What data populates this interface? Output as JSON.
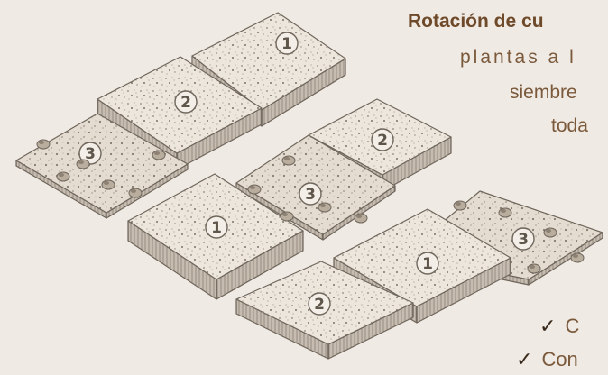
{
  "text": {
    "title": "Rotación de cu",
    "line1": "plantas a l",
    "line2": "siembre",
    "line3": "toda",
    "bullet1": "C",
    "bullet2": "Con",
    "check_glyph": "✓"
  },
  "plots": [
    {
      "label": "1"
    },
    {
      "label": "2"
    },
    {
      "label": "3"
    },
    {
      "label": "2"
    },
    {
      "label": "3"
    },
    {
      "label": "1"
    },
    {
      "label": "3"
    },
    {
      "label": "1"
    },
    {
      "label": "2"
    }
  ],
  "colors": {
    "background": "#f0eae4",
    "soil": "#ece6dd",
    "soil_flat": "#e4dcd0",
    "speckle": "#8f8577",
    "outline": "#6f665c",
    "title_text": "#6e4a2a",
    "body_text": "#7b5a3c"
  }
}
